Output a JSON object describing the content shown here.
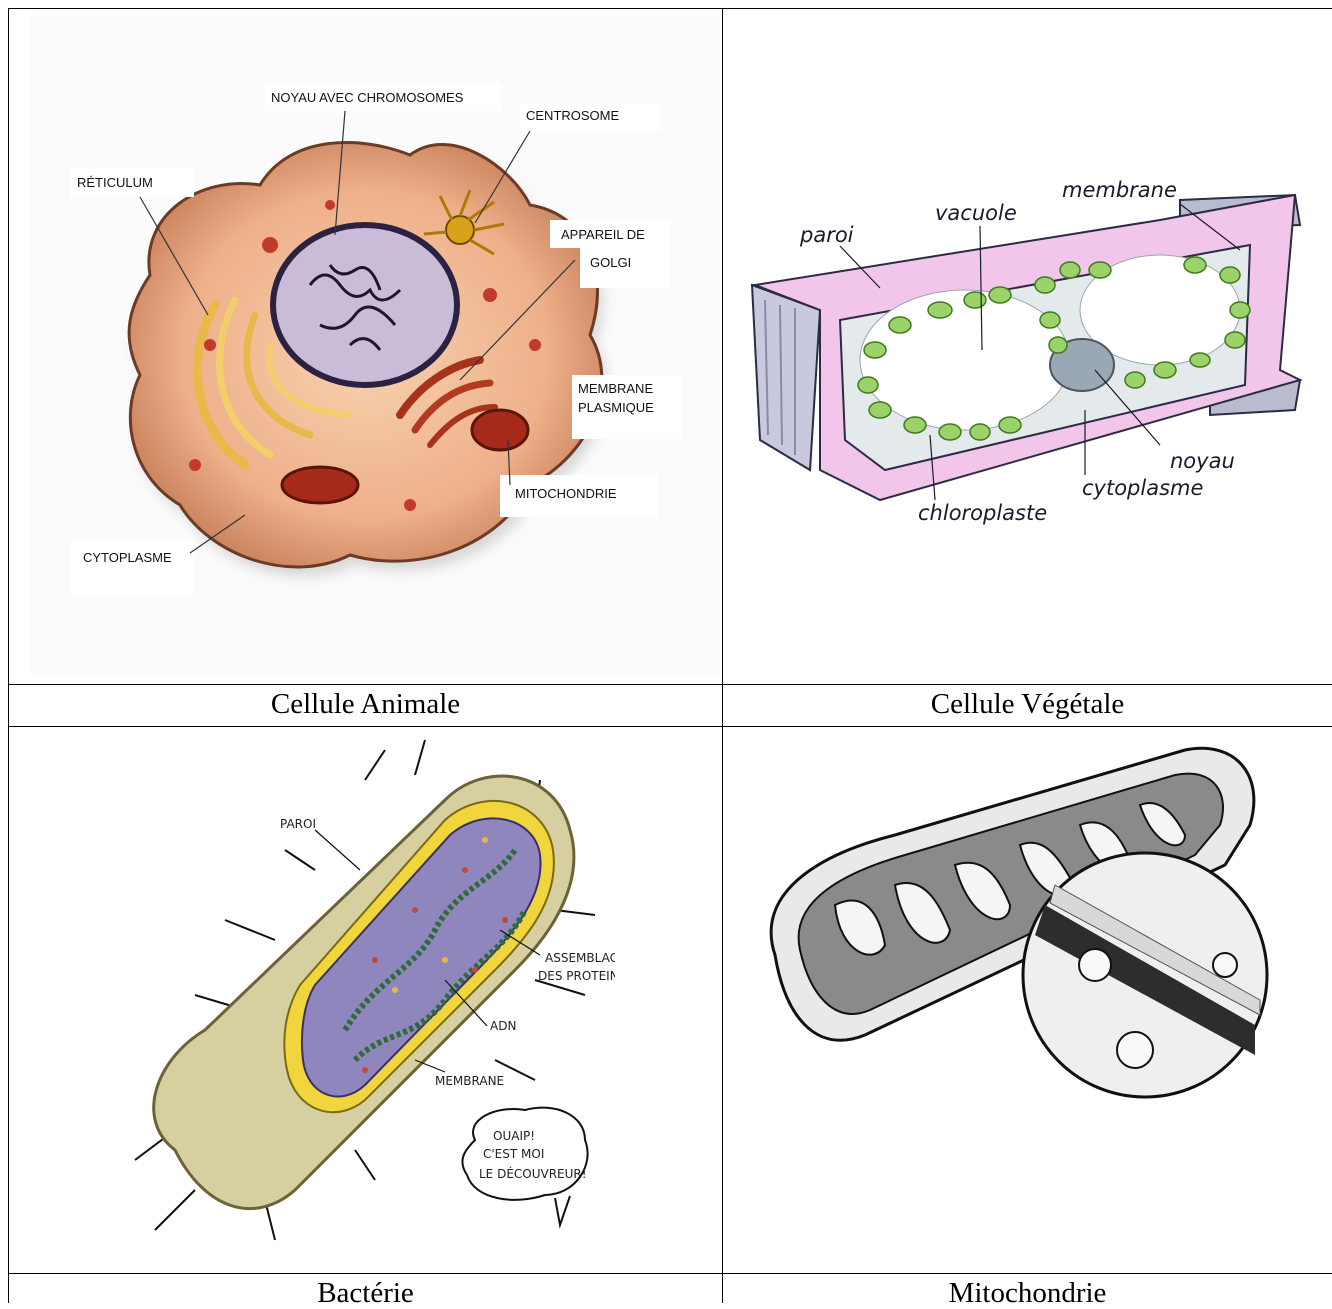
{
  "captions": {
    "animal": "Cellule Animale",
    "vegetal": "Cellule Végétale",
    "bacterie": "Bactérie",
    "mitochondrie": "Mitochondrie"
  },
  "animal_labels": {
    "noyau": "NOYAU AVEC CHROMOSOMES",
    "centrosome": "CENTROSOME",
    "reticulum": "RÉTICULUM",
    "golgi_1": "APPAREIL DE",
    "golgi_2": "GOLGI",
    "membrane_1": "MEMBRANE",
    "membrane_2": "PLASMIQUE",
    "mitochondrie": "MITOCHONDRIE",
    "cytoplasme": "CYTOPLASME"
  },
  "vegetal_labels": {
    "paroi": "paroi",
    "vacuole": "vacuole",
    "membrane": "membrane",
    "noyau": "noyau",
    "cytoplasme": "cytoplasme",
    "chloroplaste": "chloroplaste"
  },
  "bacterie_labels": {
    "paroi": "PAROI",
    "assemblage_1": "ASSEMBLAGE",
    "assemblage_2": "DES PROTEINES",
    "adn": "ADN",
    "membrane": "MEMBRANE",
    "bulle_1": "OUAIP!",
    "bulle_2": "C'EST MOI",
    "bulle_3": "LE DÉCOUVREUR!"
  }
}
